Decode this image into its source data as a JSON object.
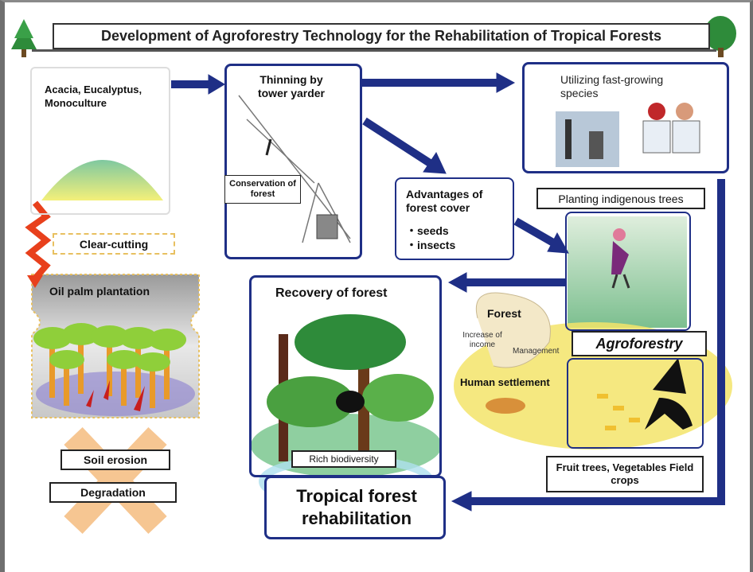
{
  "title": "Development of Agroforestry Technology for the Rehabilitation of Tropical Forests",
  "nodes": {
    "monoculture": "Acacia, Eucalyptus, Monoculture",
    "clear_cutting": "Clear-cutting",
    "oil_palm": "Oil palm plantation",
    "soil_erosion": "Soil erosion",
    "degradation": "Degradation",
    "thinning": "Thinning by tower yarder",
    "conservation": "Conservation of forest",
    "fast_growing": "Utilizing fast-growing species",
    "advantages_title": "Advantages of forest cover",
    "advantages_items": [
      "・seeds",
      "・insects"
    ],
    "planting": "Planting indigenous trees",
    "recovery": "Recovery of forest",
    "rich_biodiversity": "Rich biodiversity",
    "forest": "Forest",
    "increase_income": "Increase of income",
    "management": "Management",
    "human_settlement": "Human settlement",
    "agroforestry": "Agroforestry",
    "crops": "Fruit trees, Vegetables Field crops",
    "rehabilitation": "Tropical forest rehabilitation"
  },
  "colors": {
    "arrow": "#1f2f86",
    "card_border": "#1f2f86",
    "clear_cut_arrow": "#e8401c",
    "cross": "#f4b878",
    "agroforestry_bg": "#f3e46a"
  }
}
